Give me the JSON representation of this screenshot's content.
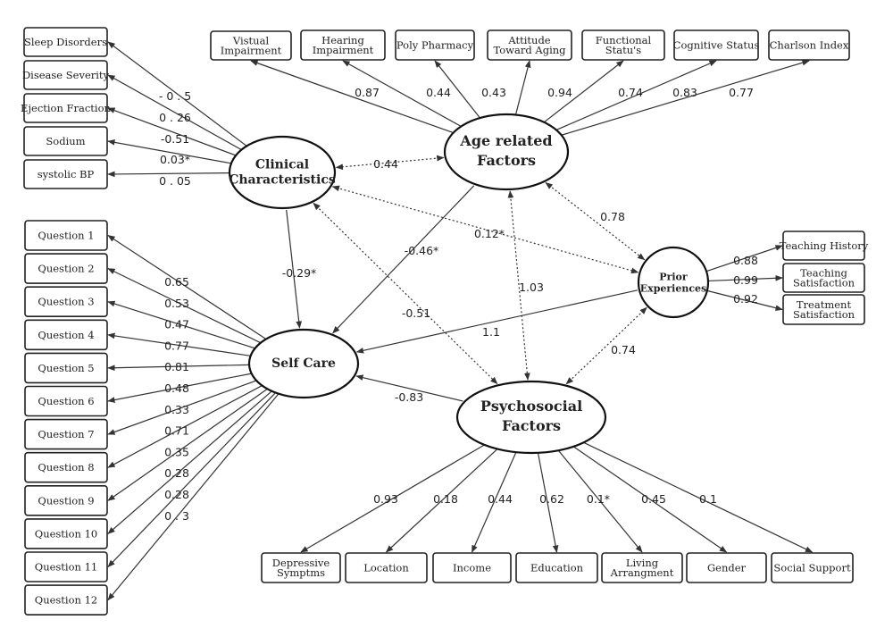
{
  "latents": {
    "age": {
      "lines": [
        "Age related",
        "Factors"
      ]
    },
    "clinical": {
      "lines": [
        "Clinical",
        "Characteristics"
      ]
    },
    "selfcare": {
      "lines": [
        "Self Care"
      ]
    },
    "psycho": {
      "lines": [
        "Psychosocial",
        "Factors"
      ]
    },
    "prior": {
      "lines": [
        "Prior",
        "Experiences"
      ]
    }
  },
  "age_indicators": [
    {
      "lines": [
        "Vistual",
        "Impairment"
      ],
      "coef": "0.87"
    },
    {
      "lines": [
        "Hearing",
        "Impairment"
      ],
      "coef": "0.44"
    },
    {
      "lines": [
        "Poly Pharmacy"
      ],
      "coef": "0.43"
    },
    {
      "lines": [
        "Attitude",
        "Toward Aging"
      ],
      "coef": "0.94"
    },
    {
      "lines": [
        "Functional",
        "Statu's"
      ],
      "coef": "0.74"
    },
    {
      "lines": [
        "Cognitive Status"
      ],
      "coef": "0.83"
    },
    {
      "lines": [
        "Charlson Index"
      ],
      "coef": "0.77"
    }
  ],
  "clinical_indicators": [
    {
      "label": "Sleep Disorders",
      "coef": "- 0 . 5"
    },
    {
      "label": "Disease Severity",
      "coef": "0 . 26"
    },
    {
      "label": "Ejection Fraction",
      "coef": "-0.51"
    },
    {
      "label": "Sodium",
      "coef": "0.03*"
    },
    {
      "label": "systolic BP",
      "coef": "0 . 05"
    }
  ],
  "selfcare_indicators": [
    {
      "label": "Question 1",
      "coef": "0.65"
    },
    {
      "label": "Question 2",
      "coef": "0.53"
    },
    {
      "label": "Question 3",
      "coef": "0.47"
    },
    {
      "label": "Question 4",
      "coef": "0.77"
    },
    {
      "label": "Question 5",
      "coef": "0.81"
    },
    {
      "label": "Question 6",
      "coef": "0.48"
    },
    {
      "label": "Question 7",
      "coef": "0.33"
    },
    {
      "label": "Question 8",
      "coef": "0.71"
    },
    {
      "label": "Question 9",
      "coef": "0.35"
    },
    {
      "label": "Question 10",
      "coef": "0.28"
    },
    {
      "label": "Question 11",
      "coef": "0.28"
    },
    {
      "label": "Question 12",
      "coef": "0 . 3"
    }
  ],
  "prior_indicators": [
    {
      "lines": [
        "Teaching History"
      ],
      "coef": "0.88"
    },
    {
      "lines": [
        "Teaching",
        "Satisfaction"
      ],
      "coef": "0.99"
    },
    {
      "lines": [
        "Treatment",
        "Satisfaction"
      ],
      "coef": "0.92"
    }
  ],
  "psycho_indicators": [
    {
      "lines": [
        "Depressive",
        "Symptms"
      ],
      "coef": "0.93"
    },
    {
      "lines": [
        "Location"
      ],
      "coef": "0.18"
    },
    {
      "lines": [
        "Income"
      ],
      "coef": "0.44"
    },
    {
      "lines": [
        "Education"
      ],
      "coef": "0.62"
    },
    {
      "lines": [
        "Living",
        "Arrangment"
      ],
      "coef": "0.1*"
    },
    {
      "lines": [
        "Gender"
      ],
      "coef": "0.45"
    },
    {
      "lines": [
        "Social Support"
      ],
      "coef": "0.1"
    }
  ],
  "structural": {
    "age_clinical": "0.44",
    "clinical_prior": "0.12*",
    "age_prior": "0.78",
    "clinical_selfcare": "-0.29*",
    "age_selfcare": "-0.46*",
    "age_psycho": "1.03",
    "clinical_psycho": "-0.51",
    "prior_selfcare": "1.1",
    "psycho_selfcare": "-0.83",
    "psycho_prior": "0.74"
  }
}
